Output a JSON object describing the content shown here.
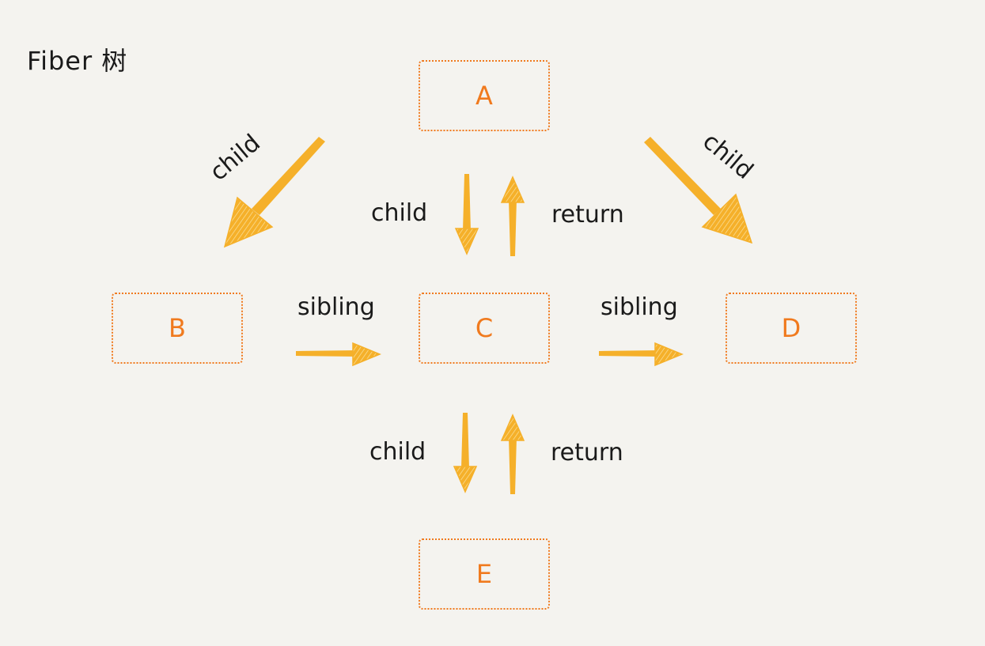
{
  "title": "Fiber 树",
  "nodes": {
    "a": "A",
    "b": "B",
    "c": "C",
    "d": "D",
    "e": "E"
  },
  "edges": {
    "a_b_child": "child",
    "a_d_child": "child",
    "a_c_child": "child",
    "c_a_return": "return",
    "b_c_sibling": "sibling",
    "c_d_sibling": "sibling",
    "c_e_child": "child",
    "e_c_return": "return"
  },
  "colors": {
    "node_border": "#f07a1e",
    "node_text": "#f07a1e",
    "arrow": "#f5b02a",
    "arrow_hatch": "#fbe3a0",
    "label": "#1a1a1a",
    "background": "#f4f3ef"
  }
}
